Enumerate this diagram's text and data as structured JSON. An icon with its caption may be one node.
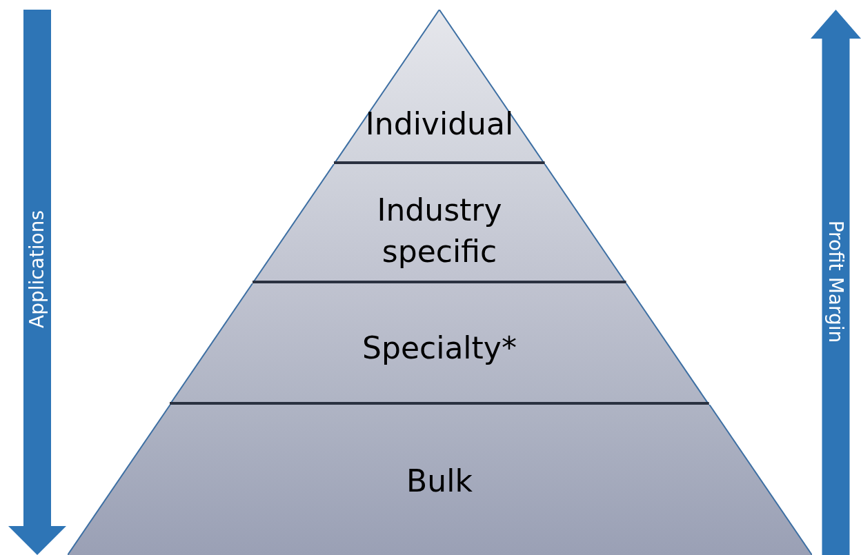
{
  "diagram": {
    "nodes": [
      {
        "text": [
          "Individual"
        ]
      },
      {
        "text": [
          "Industry specific"
        ]
      },
      {
        "text": [
          "Specialty*"
        ]
      },
      {
        "text": [
          "Bulk"
        ]
      },
      {
        "text": [
          "Applications"
        ]
      },
      {
        "text": [
          "Profit Margin"
        ]
      }
    ]
  }
}
